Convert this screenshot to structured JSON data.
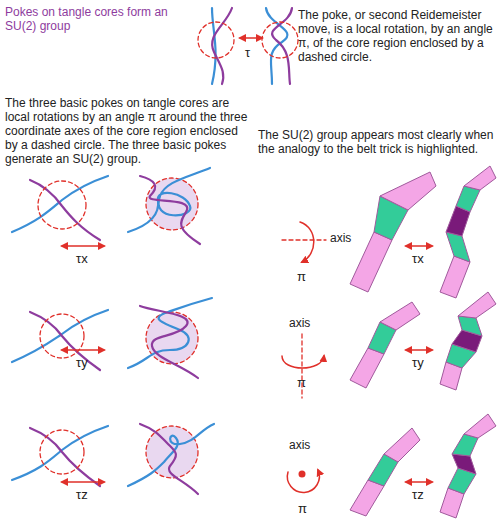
{
  "diagram": {
    "title": "Pokes on tangle cores form an SU(2) group",
    "labels": [
      "τ",
      "The poke, or second Reidemeister move, is a local rotation, by an angle π, of the core region enclosed by a dashed circle.",
      "The three basic pokes on tangle cores are local rotations by an angle π around the three coordinate axes of the core region enclosed by a dashed circle. The three basic pokes generate an SU(2) group.",
      "The SU(2) group appears most clearly when the analogy to the belt trick is highlighted.",
      "τx",
      "axis",
      "π",
      "τx",
      "τy",
      "axis",
      "π",
      "τy",
      "τz",
      "axis",
      "π",
      "τz"
    ]
  }
}
